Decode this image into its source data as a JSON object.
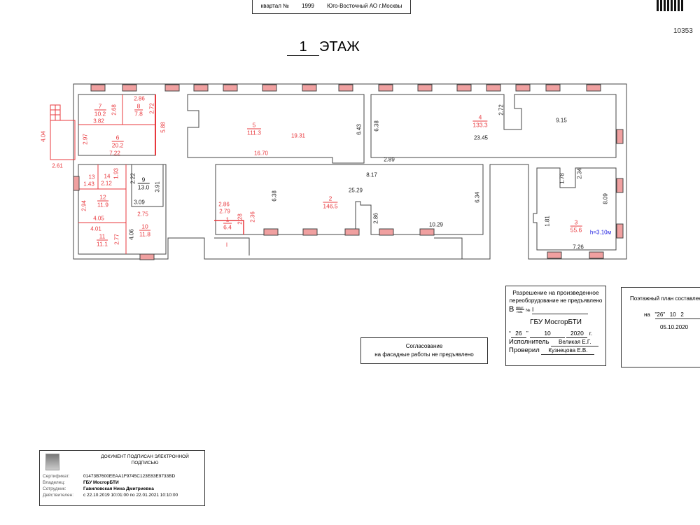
{
  "header": {
    "kvartal_label": "квартал №",
    "kvartal_no": "1999",
    "district": "Юго-Восточный АО г.Москвы",
    "doc_no": "10353",
    "floor_no": "1",
    "floor_label": "ЭТАЖ"
  },
  "rooms": [
    {
      "n": "7",
      "a": "10.2"
    },
    {
      "n": "8",
      "a": "7.8"
    },
    {
      "n": "6",
      "a": "20.2"
    },
    {
      "n": "5",
      "a": "111.3"
    },
    {
      "n": "4",
      "a": "133.3"
    },
    {
      "n": "3",
      "a": "55.6"
    },
    {
      "n": "2",
      "a": "146.5"
    },
    {
      "n": "1",
      "a": "6.4"
    },
    {
      "n": "12",
      "a": "11.9"
    },
    {
      "n": "11",
      "a": "11.1"
    },
    {
      "n": "10",
      "a": "11.8"
    },
    {
      "n": "9",
      "a": "13.0"
    },
    {
      "n": "13"
    },
    {
      "n": "14"
    }
  ],
  "dims_red": [
    "2.86",
    "2.68",
    "2.72",
    "3.82",
    "5.88",
    "2.97",
    "7.22",
    "4.04",
    "2.61",
    "19.31",
    "16.70",
    "1.93",
    "1.43",
    "2.12",
    "2.94",
    "4.05",
    "4.01",
    "2.77",
    "2.75",
    "2.86",
    "2.79",
    "2.28",
    "2.36",
    "I"
  ],
  "dims_black": [
    "2.22",
    "3.91",
    "3.09",
    "4.06",
    "6.43",
    "6.38",
    "2.89",
    "8.17",
    "25.29",
    "6.38",
    "2.86",
    "10.29",
    "6.34",
    "2.72",
    "9.15",
    "23.45",
    "1.78",
    "2.34",
    "8.09",
    "1.81",
    "7.26"
  ],
  "height_note": "h=3.10м",
  "facade": {
    "line1": "Согласование",
    "line2": "на фасадные работы не предъявлено"
  },
  "permit": {
    "line1": "Разрешение на произведенное",
    "line2": "переоборудование не предъявлено",
    "b_prefix": "В",
    "b_frac_top": "кварт.",
    "b_frac_bottom": "пом.",
    "no_label": "№",
    "no_value": "I",
    "org": "ГБУ МосгорБТИ",
    "day": "26",
    "month": "10",
    "year": "2020",
    "year_suffix": "г.",
    "executor_label": "Исполнитель",
    "executor": "Великая Е.Г.",
    "checker_label": "Проверил",
    "checker": "Кузнецова Е.В."
  },
  "plan_note": {
    "line1": "Поэтажный план составлен",
    "na": "на",
    "day": "\"26\"",
    "month": "10",
    "year": "2",
    "date": "05.10.2020"
  },
  "signature": {
    "title": "ДОКУМЕНТ ПОДПИСАН ЭЛЕКТРОННОЙ ПОДПИСЬЮ",
    "rows": [
      {
        "label": "Сертификат:",
        "value": "01473B7600EEAA1F9745C123E83E9733BD"
      },
      {
        "label": "Владелец:",
        "value": "ГБУ МосгорБТИ"
      },
      {
        "label": "Сотрудник:",
        "value": "Гавиловская Нина Дмитриевна"
      },
      {
        "label": "Действителен:",
        "value": "с 22.10.2019 10:01:00 по 22.01.2021 10:10:00"
      }
    ]
  }
}
